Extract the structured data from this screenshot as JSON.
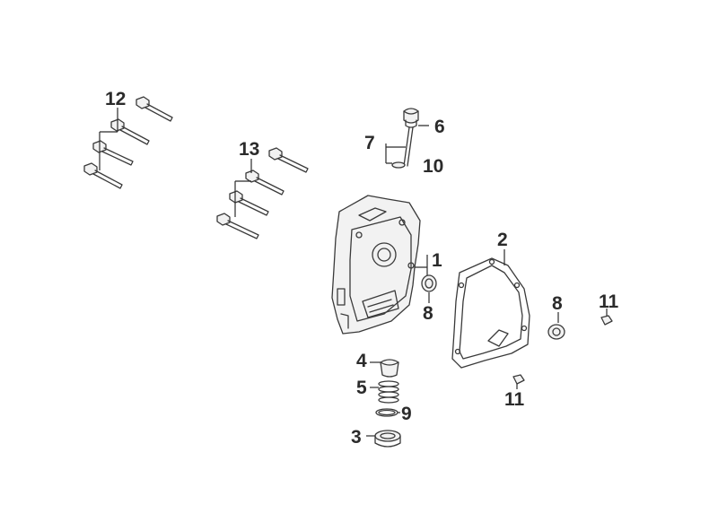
{
  "callouts": {
    "c1": "1",
    "c2": "2",
    "c3": "3",
    "c4": "4",
    "c5": "5",
    "c6": "6",
    "c7": "7",
    "c8a": "8",
    "c8b": "8",
    "c9": "9",
    "c10": "10",
    "c11a": "11",
    "c11b": "11",
    "c12": "12",
    "c13": "13"
  }
}
